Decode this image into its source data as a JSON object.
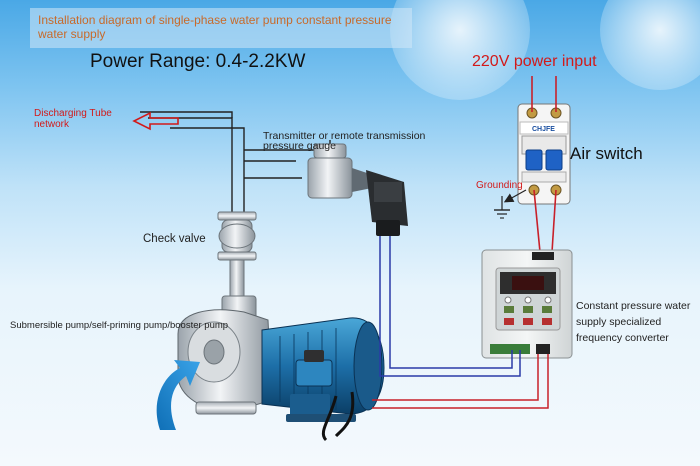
{
  "title": "Installation diagram of single-phase water pump constant pressure water supply",
  "power_range": "Power Range: 0.4-2.2KW",
  "labels": {
    "power_input": "220V power input",
    "air_switch": "Air switch",
    "grounding": "Grounding",
    "discharge": "Discharging Tube network",
    "transmitter": "Transmitter or remote transmission pressure gauge",
    "check_valve": "Check valve",
    "pump": "Submersible pump/self-priming pump/booster pump",
    "converter": "Constant pressure water supply specialized frequency converter"
  },
  "breaker_brand": "CHJFE",
  "colors": {
    "title": "#c86a2a",
    "accent_red": "#d21a1a",
    "wire_blue": "#2b3aa8",
    "wire_red": "#c8202a",
    "sky": "#4aa8e6"
  }
}
